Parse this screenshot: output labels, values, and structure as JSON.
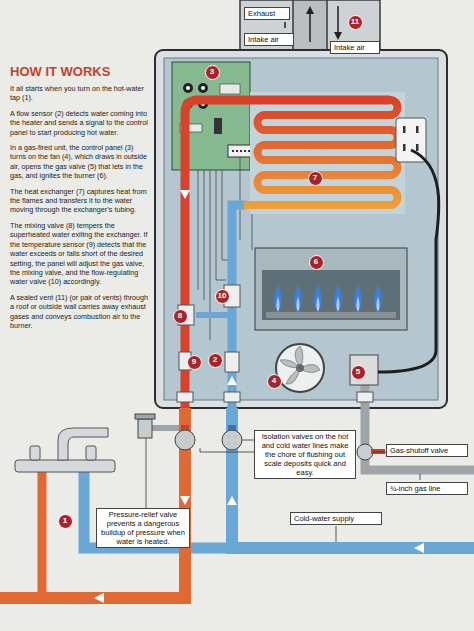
{
  "diagram": {
    "title": "HOW IT WORKS",
    "nodes": [
      {
        "text": [
          "Exhaust"
        ]
      },
      {
        "text": [
          "Intake air"
        ]
      },
      {
        "text": [
          "Intake air"
        ]
      },
      {
        "text": [
          "Isolation valves on the hot and cold water lines make the chore of flushing out scale deposits quick and easy."
        ]
      },
      {
        "text": [
          "Gas-shutoff valve"
        ]
      },
      {
        "text": [
          "¾-inch gas line"
        ]
      },
      {
        "text": [
          "Pressure-relief valve prevents a dangerous buildup of pressure when water is heated."
        ]
      },
      {
        "text": [
          "Cold-water supply"
        ]
      }
    ],
    "labels": [
      "It all starts when you turn on the hot-water tap (1).",
      "A flow sensor (2) detects water coming into the heater and sends a signal to the control panel to start producing hot water.",
      "In a gas-fired unit, the control panel (3) turns on the fan (4), which draws in outside air, opens the gas valve (5) that lets in the gas, and ignites the burner (6).",
      "The heat exchanger (7) captures heat from the flames and transfers it to the water moving through the exchanger’s tubing.",
      "The mixing valve (8) tempers the superheated water exiting the exchanger. If the temperature sensor (9) detects that the water exceeds or falls short of the desired setting, the panel will adjust the gas valve, the mixing valve, and the flow-regulating water valve (10) accordingly.",
      "A sealed vent (11) (or pair of vents) through a roof or outside wall carries away exhaust gases and conveys combustion air to the burner.",
      "11",
      "3",
      "7",
      "6",
      "10",
      "8",
      "9",
      "2",
      "4",
      "5",
      "1"
    ]
  }
}
